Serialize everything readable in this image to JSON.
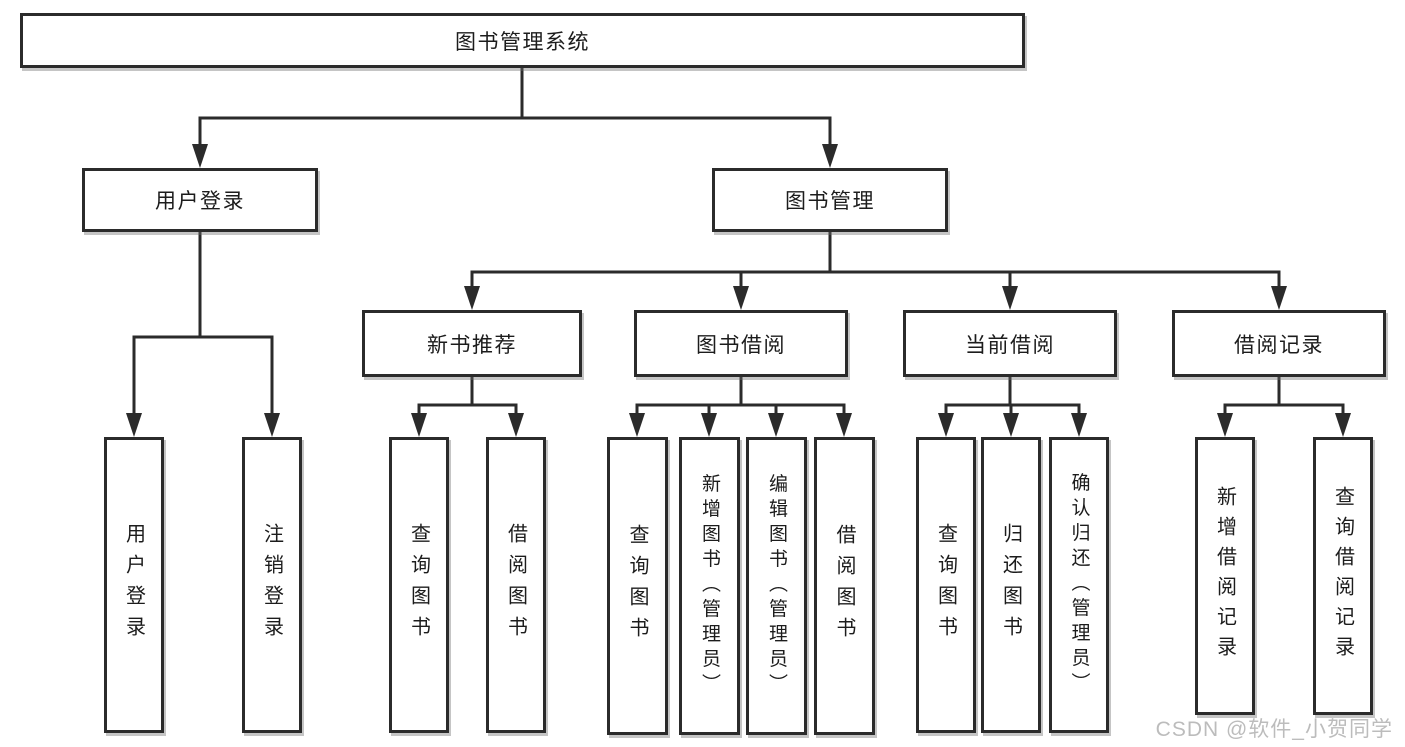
{
  "tree": {
    "root": {
      "label": "图书管理系统"
    },
    "branches": [
      {
        "label": "用户登录",
        "children": [
          {
            "label": "用户登录"
          },
          {
            "label": "注销登录"
          }
        ]
      },
      {
        "label": "图书管理",
        "sections": [
          {
            "label": "新书推荐",
            "children": [
              {
                "label": "查询图书"
              },
              {
                "label": "借阅图书"
              }
            ]
          },
          {
            "label": "图书借阅",
            "children": [
              {
                "label": "查询图书"
              },
              {
                "label": "新增图书（管理员）"
              },
              {
                "label": "编辑图书（管理员）"
              },
              {
                "label": "借阅图书"
              }
            ]
          },
          {
            "label": "当前借阅",
            "children": [
              {
                "label": "查询图书"
              },
              {
                "label": "归还图书"
              },
              {
                "label": "确认归还（管理员）"
              }
            ]
          },
          {
            "label": "借阅记录",
            "children": [
              {
                "label": "新增借阅记录"
              },
              {
                "label": "查询借阅记录"
              }
            ]
          }
        ]
      }
    ]
  },
  "watermark": "CSDN @软件_小贺同学",
  "colors": {
    "line": "#2b2b2b",
    "box_border": "#2b2b2b",
    "watermark": "#b9b9b9"
  }
}
